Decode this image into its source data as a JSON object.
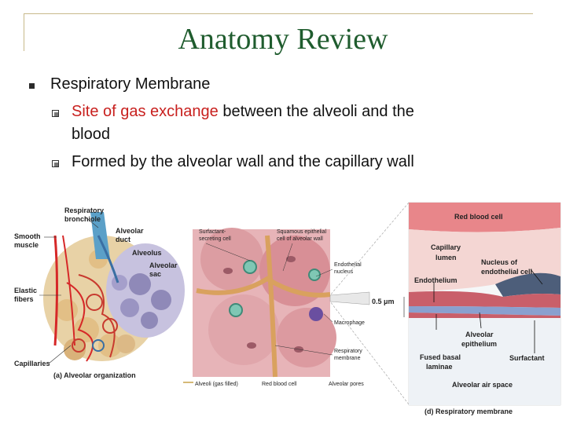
{
  "slide": {
    "title": "Anatomy Review",
    "bullet": "Respiratory Membrane",
    "sub1_highlight": "Site of gas exchange",
    "sub1_rest": " between the alveoli and the",
    "sub1_cont": "blood",
    "sub2": "Formed by the alveolar wall and the capillary wall"
  },
  "figure": {
    "panel_a": {
      "caption": "(a) Alveolar organization",
      "labels": {
        "resp_bronchiole_1": "Respiratory",
        "resp_bronchiole_2": "bronchiole",
        "smooth_muscle_1": "Smooth",
        "smooth_muscle_2": "muscle",
        "alveolar_duct_1": "Alveolar",
        "alveolar_duct_2": "duct",
        "alveolus": "Alveolus",
        "alveolar_sac_1": "Alveolar",
        "alveolar_sac_2": "sac",
        "elastic_fibers_1": "Elastic",
        "elastic_fibers_2": "fibers",
        "capillaries": "Capillaries"
      }
    },
    "panel_mid": {
      "labels": {
        "surfactant_cell_1": "Surfactant-",
        "surfactant_cell_2": "secreting cell",
        "squamous_1": "Squamous epithelial",
        "squamous_2": "cell of alveolar wall",
        "endothelial_1": "Endothelial",
        "endothelial_2": "nucleus",
        "thickness": "0.5 μm",
        "macrophage": "Macrophage",
        "resp_membrane_1": "Respiratory",
        "resp_membrane_2": "membrane",
        "alveoli_gas": "Alveoli (gas filled)",
        "rbc": "Red blood cell",
        "alveolar_pores": "Alveolar pores"
      }
    },
    "panel_d": {
      "caption": "(d) Respiratory membrane",
      "labels": {
        "red_blood_cell": "Red blood cell",
        "capillary_lumen_1": "Capillary",
        "capillary_lumen_2": "lumen",
        "nucleus_1": "Nucleus of",
        "nucleus_2": "endothelial cell",
        "endothelium": "Endothelium",
        "alveolar_epithelium_1": "Alveolar",
        "alveolar_epithelium_2": "epithelium",
        "fused_basal_1": "Fused basal",
        "fused_basal_2": "laminae",
        "surfactant": "Surfactant",
        "air_space": "Alveolar air space"
      }
    }
  }
}
